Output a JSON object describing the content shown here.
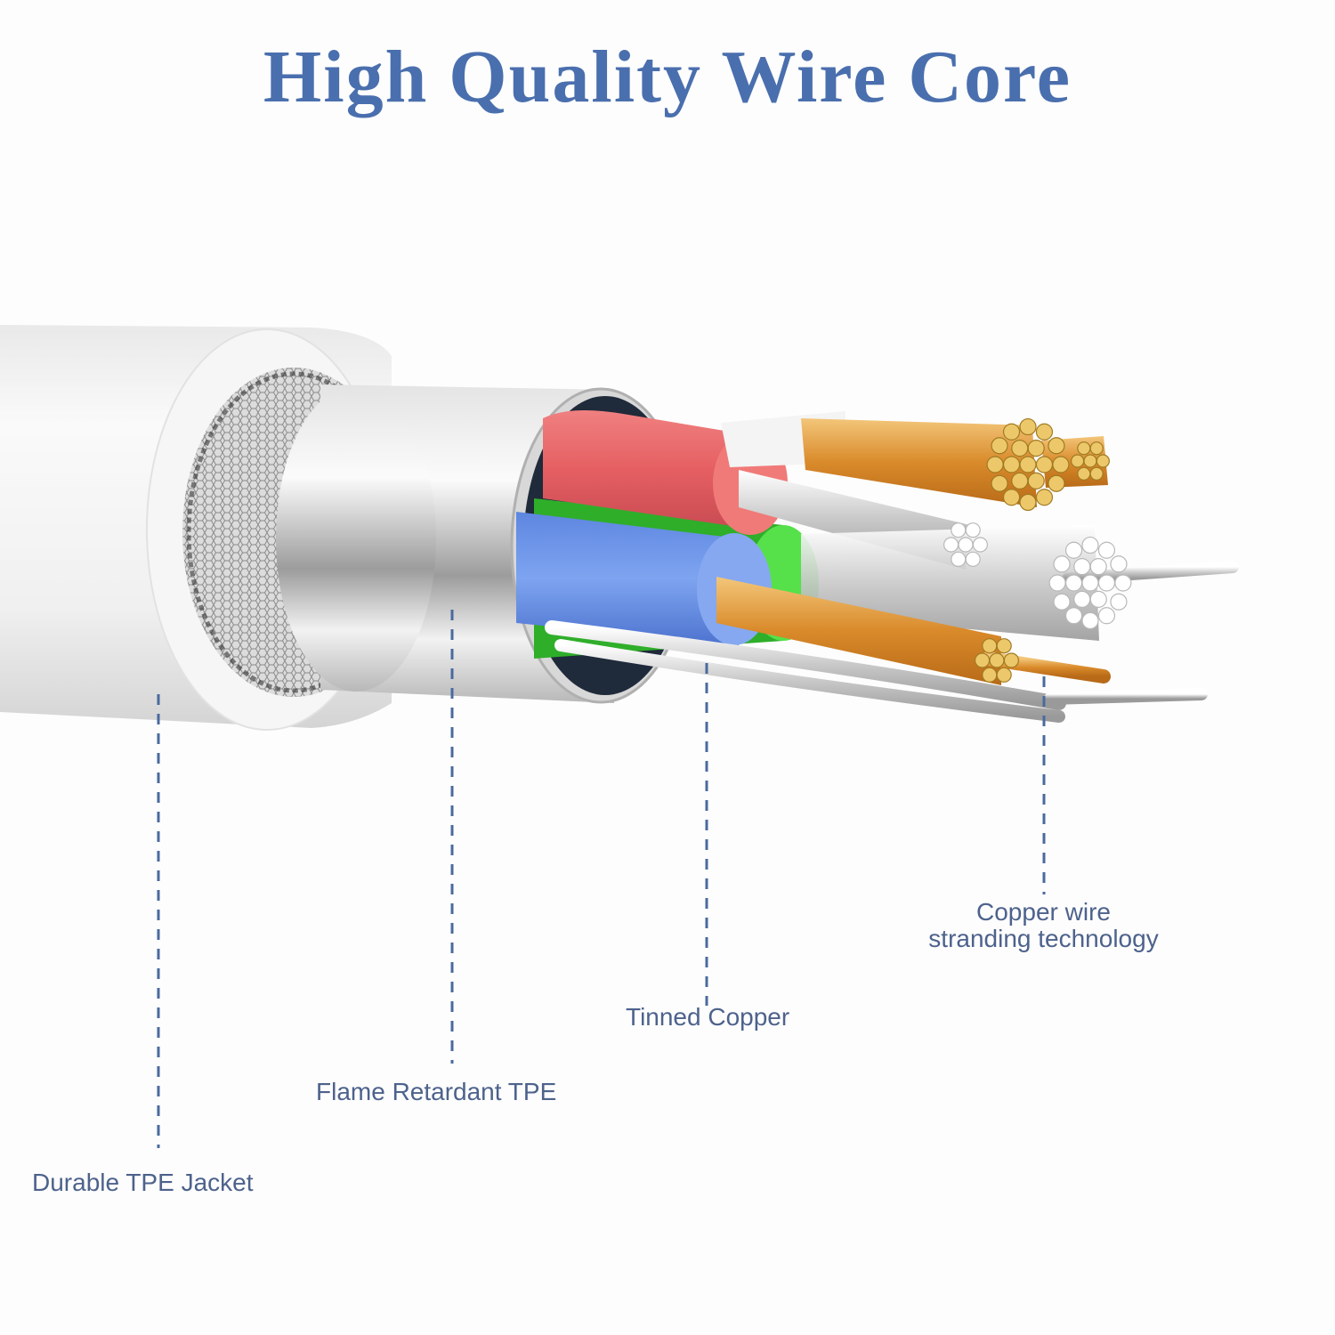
{
  "title": "High Quality Wire Core",
  "colors": {
    "title": "#4a6fae",
    "label_text": "#4d628c",
    "leader_line": "#4a6a9e",
    "jacket": "#f2f2f2",
    "shield_foil": "#c9c9c9",
    "red_insulation": "#e96a6a",
    "blue_insulation": "#6f97e8",
    "green_insulation": "#3fcf3a",
    "copper": "#d9962e",
    "tinned_strand": "#e6e6e6"
  },
  "callouts": [
    {
      "id": "jacket",
      "label": "Durable TPE Jacket"
    },
    {
      "id": "flame-tpe",
      "label": "Flame Retardant TPE"
    },
    {
      "id": "tinned-copper",
      "label": "Tinned Copper"
    },
    {
      "id": "stranding",
      "line1": "Copper wire",
      "line2": "stranding technology"
    }
  ]
}
